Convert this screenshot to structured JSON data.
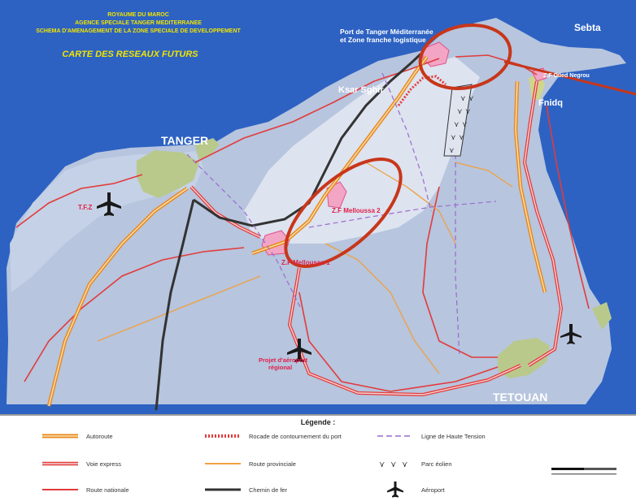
{
  "header": {
    "line1": "ROYAUME DU MAROC",
    "line2": "AGENCE SPECIALE TANGER MEDITERRANEE",
    "line3": "SCHEMA D'AMENAGEMENT DE LA ZONE SPECIALE DE DEVELOPPEMENT",
    "title": "CARTE DES RESEAUX FUTURS"
  },
  "places": {
    "tanger": "TANGER",
    "tetouan": "TETOUAN",
    "sebta": "Sebta",
    "ksar_sghir": "Ksar Sghir",
    "fnidq": "Fnidq",
    "port_line1": "Port de Tanger Méditerranée",
    "port_line2": "et Zone franche logistique",
    "oued_negrou": "Z.F Oued Negrou",
    "melloussa2": "Z.F Melloussa 2",
    "melloussa1": "Z.F Melloussa 1",
    "tfz": "T.F.Z",
    "airport_proj_line1": "Projet d'aéroport",
    "airport_proj_line2": "régional"
  },
  "legend": {
    "title": "Légende :",
    "items": [
      {
        "symbol": "autoroute",
        "label": "Autoroute"
      },
      {
        "symbol": "rocade",
        "label": "Rocade de contournement du port"
      },
      {
        "symbol": "haute-tension",
        "label": "Ligne de Haute Tension"
      },
      {
        "symbol": "voie-express",
        "label": "Voie express"
      },
      {
        "symbol": "route-provinciale",
        "label": "Route provinciale"
      },
      {
        "symbol": "parc-eolien",
        "label": "Parc éolien"
      },
      {
        "symbol": "route-nationale",
        "label": "Route nationale"
      },
      {
        "symbol": "chemin-de-fer",
        "label": "Chemin de fer"
      },
      {
        "symbol": "aeroport",
        "label": "Aéroport"
      }
    ]
  },
  "colors": {
    "sea": "#2d62c2",
    "land": "#b7c5de",
    "urban": "#b9c98c",
    "zone": "#f2a5c4",
    "autoroute": "#e88a20",
    "route": "#e23b3b",
    "rail": "#333333",
    "highlight": "#c8361a"
  }
}
